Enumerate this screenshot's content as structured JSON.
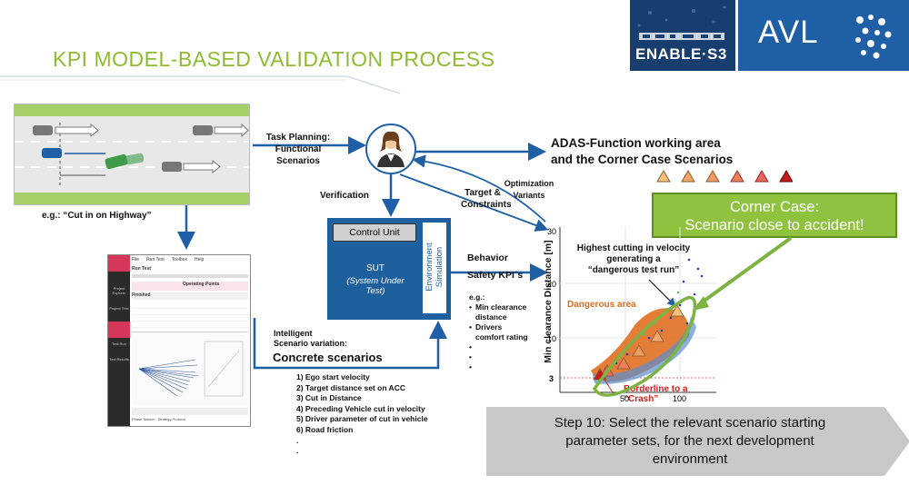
{
  "title": "KPI MODEL-BASED VALIDATION PROCESS",
  "logos": {
    "enable": "ENABLE·S3",
    "avl": "AVL"
  },
  "highway_caption": "e.g.: “Cut in on Highway”",
  "task_planning": [
    "Task Planning:",
    "Functional",
    "Scenarios"
  ],
  "adas": [
    "ADAS-Function working area",
    "and the Corner Case Scenarios"
  ],
  "verification": "Verification",
  "target_constraints": [
    "Target &",
    "Constraints"
  ],
  "optimization": [
    "Optimization",
    "Variants"
  ],
  "ecu": {
    "control_unit": "Control Unit",
    "sut": "SUT",
    "sut_sub": "(System Under Test)",
    "env": "Environment Simulation"
  },
  "behavior": [
    "Behavior",
    "Safety KPI´s"
  ],
  "kpi_list": {
    "intro": "e.g.:",
    "items": [
      "Min clearance distance",
      "Drivers comfort rating"
    ],
    "dots": [
      "•",
      "•",
      "•"
    ]
  },
  "intelligent": [
    "Intelligent",
    "Scenario variation:"
  ],
  "concrete": "Concrete scenarios",
  "steps": [
    "1)  Ego start velocity",
    "2)  Target distance set on ACC",
    "3)  Cut in Distance",
    "4)  Preceding Vehicle cut in velocity",
    "5)  Driver parameter of cut in vehicle",
    "6)  Road friction"
  ],
  "step_dots": [
    ".",
    "."
  ],
  "corner_case": [
    "Corner Case:",
    "Scenario close to accident!"
  ],
  "chart_labels": {
    "ylabel": "Min clearance Distance [m]",
    "highest": [
      "Highest cutting in velocity",
      "generating a",
      "“dangerous test run”"
    ],
    "dangerous": "Dangerous area",
    "borderline": "Borderline to a “Crash”",
    "y_ticks": [
      "30",
      "20",
      "10",
      "3"
    ],
    "x_ticks": [
      "50",
      "100"
    ]
  },
  "step10": [
    "Step 10: Select the relevant scenario starting",
    "parameter sets, for the next development",
    "environment"
  ],
  "software": {
    "menu": [
      "File",
      "Run Test",
      "Toolbox",
      "Help"
    ],
    "tab": "Run Test",
    "panel": "Operating Points",
    "status": "Finished",
    "side_items": [
      "Project",
      "Explorer",
      "Project Tree",
      "Test Run",
      "Test Results"
    ],
    "footer": "Phase Station - Strategy Protocol"
  },
  "colors": {
    "title_green": "#8dbb2f",
    "arrow_blue": "#1f5fa6",
    "ecu_blue": "#1e5f9e",
    "corner_green": "#8fc33f",
    "danger_orange": "#e06b1c",
    "crash_red": "#d32020",
    "logo_navy": "#173e6e",
    "logo_blue": "#1f5fa6"
  }
}
